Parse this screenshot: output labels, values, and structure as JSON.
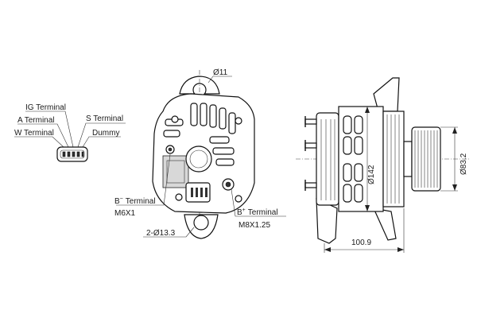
{
  "connector_labels": {
    "ig": "IG Terminal",
    "a": "A Terminal",
    "w": "W Terminal",
    "s": "S Terminal",
    "dummy": "Dummy"
  },
  "rear_view": {
    "hole_dim": "Ø11",
    "b_minus_label": "B",
    "b_minus_sup": "−",
    "b_minus_word": "Terminal",
    "b_minus_thread": "M6X1",
    "b_plus_label": "B",
    "b_plus_sup": "+",
    "b_plus_word": "Terminal",
    "b_plus_thread": "M8X1.25",
    "mount_holes": "2-Ø13.3"
  },
  "side_view": {
    "body_dia": "Ø142",
    "pulley_dia": "Ø83.2",
    "length": "100.9"
  }
}
